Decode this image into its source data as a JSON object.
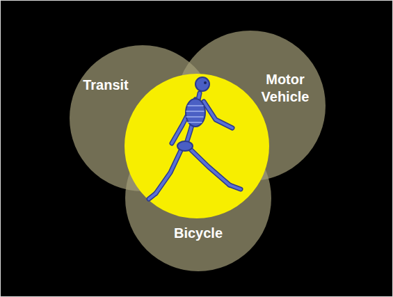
{
  "diagram": {
    "nodes": [
      {
        "text": [
          "Transit"
        ]
      },
      {
        "text": [
          "Motor Vehicle"
        ]
      },
      {
        "text": [
          "Bicycle"
        ]
      }
    ]
  }
}
